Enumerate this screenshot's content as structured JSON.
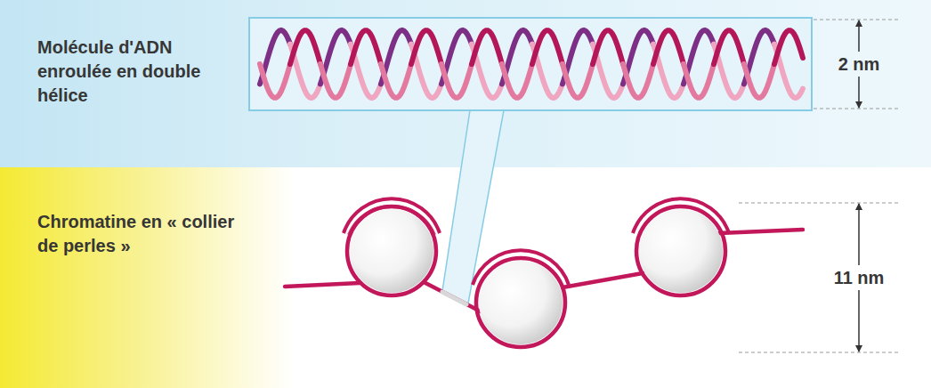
{
  "diagram": {
    "labels": [
      "Molécule d'ADN enroulée en double hélice",
      "Chromatine en « collier de perles »",
      "2 nm",
      "11 nm"
    ]
  }
}
